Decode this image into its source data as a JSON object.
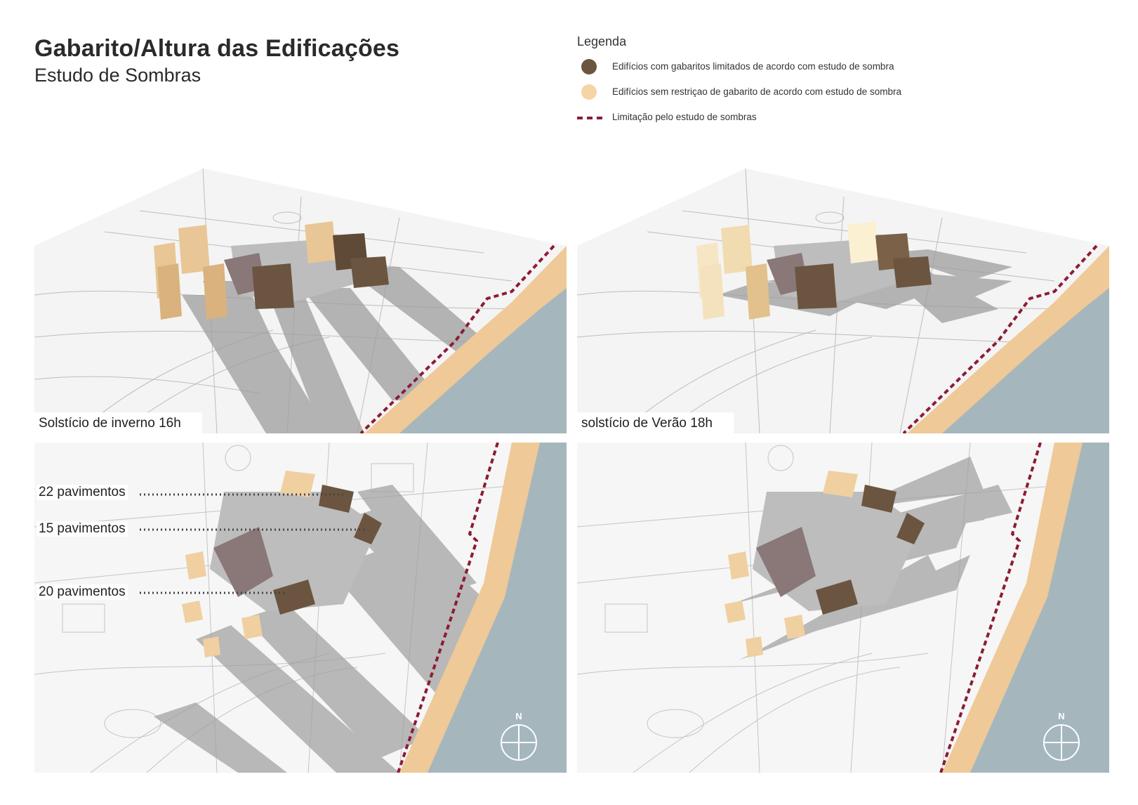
{
  "header": {
    "title": "Gabarito/Altura das Edificações",
    "subtitle": "Estudo de Sombras"
  },
  "legend": {
    "title": "Legenda",
    "items": [
      {
        "label": "Edifícios com gabaritos limitados de acordo com estudo de sombra",
        "color": "#6b5540"
      },
      {
        "label": "Edifícios sem restriçao de gabarito de acordo com estudo de sombra",
        "color": "#f5d4a5"
      },
      {
        "label": "Limitação pelo estudo de sombras",
        "color": "#8e1b35"
      }
    ]
  },
  "panels": {
    "top_left_caption": "Solstício de inverno 16h",
    "top_right_caption": "solstício de Verão 18h"
  },
  "callouts": [
    {
      "label": "22 pavimentos"
    },
    {
      "label": "15 pavimentos"
    },
    {
      "label": "20 pavimentos"
    }
  ],
  "compass": {
    "north_label": "N"
  },
  "colors": {
    "limited_building": "#6b5540",
    "unrestricted_building": "#f0cfa0",
    "shadow": "#9b9b9b",
    "beach": "#efc997",
    "sea": "#a5b7bd",
    "limit_line": "#8e1b35"
  }
}
